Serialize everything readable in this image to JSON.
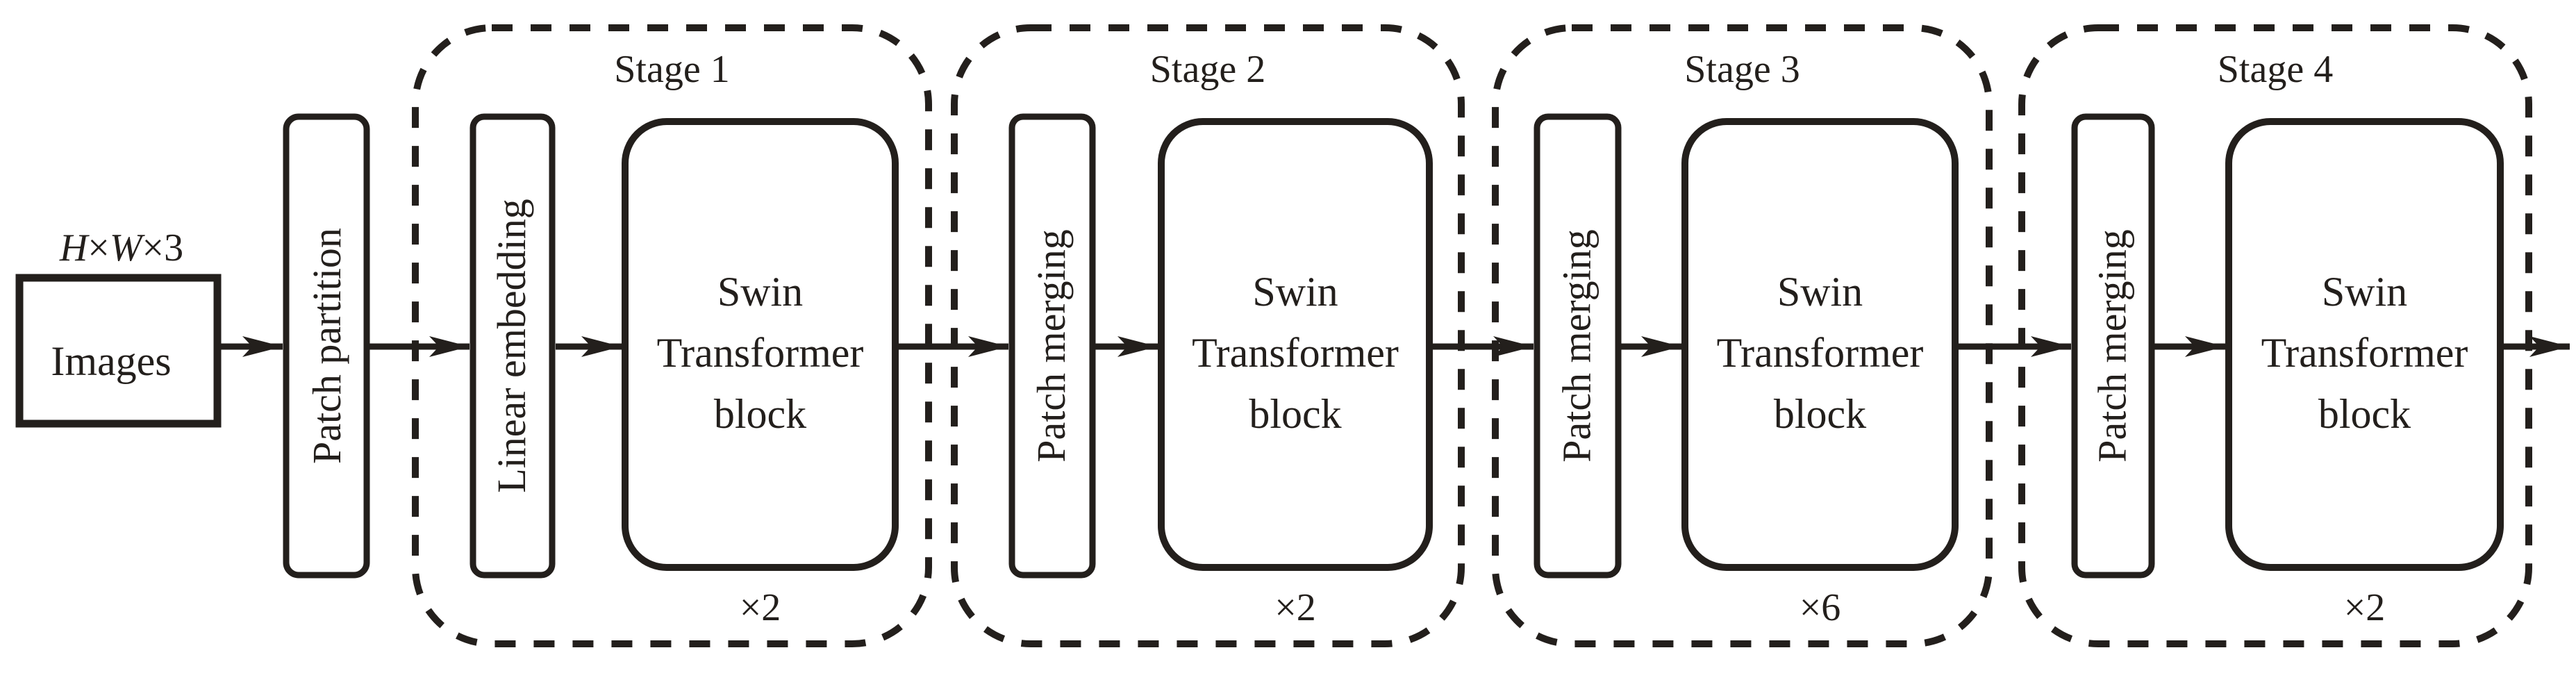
{
  "colors": {
    "stroke": "#231f1c",
    "background": "#ffffff"
  },
  "input": {
    "dims": "H×W×3",
    "dims_parts": [
      "H",
      "×",
      "W",
      "×3"
    ],
    "label": "Images"
  },
  "patch_partition": {
    "label": "Patch partition"
  },
  "stages": [
    {
      "title": "Stage 1",
      "first_block": "Linear embedding",
      "swin_lines": [
        "Swin",
        "Transformer",
        "block"
      ],
      "repeat": "×2"
    },
    {
      "title": "Stage 2",
      "first_block": "Patch merging",
      "swin_lines": [
        "Swin",
        "Transformer",
        "block"
      ],
      "repeat": "×2"
    },
    {
      "title": "Stage 3",
      "first_block": "Patch merging",
      "swin_lines": [
        "Swin",
        "Transformer",
        "block"
      ],
      "repeat": "×6"
    },
    {
      "title": "Stage 4",
      "first_block": "Patch merging",
      "swin_lines": [
        "Swin",
        "Transformer",
        "block"
      ],
      "repeat": "×2"
    }
  ]
}
